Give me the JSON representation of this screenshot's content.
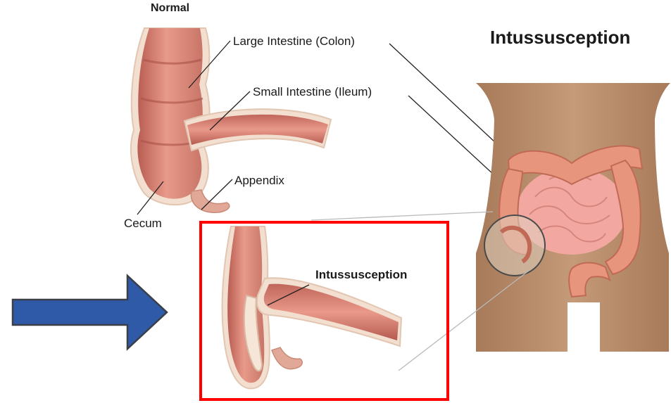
{
  "labels": {
    "normal_title": "Normal",
    "main_title": "Intussusception",
    "large_intestine": "Large Intestine (Colon)",
    "small_intestine": "Small Intestine (Ileum)",
    "appendix": "Appendix",
    "cecum": "Cecum",
    "inset_label": "Intussusception"
  },
  "colors": {
    "tissue": "#d98c7e",
    "tissue_light": "#f0b6a8",
    "tissue_dark": "#b85d52",
    "wall": "#f3dfcf",
    "skin": "#b98c6c",
    "highlight_box": "#ff0000",
    "arrow_fill": "#2f5aa8",
    "arrow_stroke": "#3a3f48"
  },
  "icons": {
    "pointer_arrow": "arrow-right-icon"
  }
}
